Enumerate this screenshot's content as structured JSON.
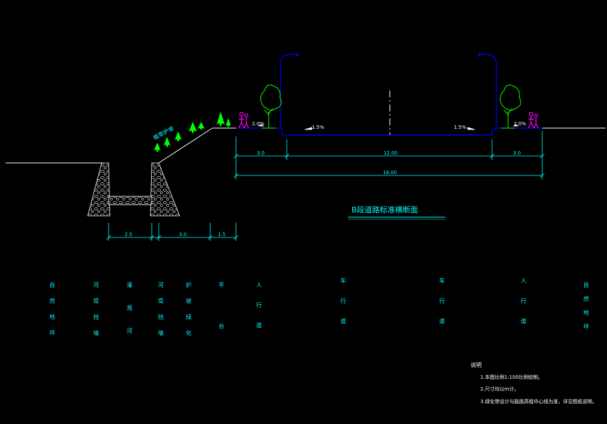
{
  "title": "B段道路标准横断面",
  "dims": {
    "sidewalk_left": "3.0",
    "carriageway": "12.00",
    "sidewalk_right": "3.0",
    "total": "18.00",
    "ditch_a": "2.5",
    "ditch_b": "3.0",
    "ditch_c": "1.5"
  },
  "slopes": {
    "left_sidewalk": "2.0%",
    "left_lane": "1.5%",
    "right_lane": "1.5%",
    "right_sidewalk": "2.0%"
  },
  "embankment_note": "植草护坡",
  "zone_labels": [
    "自然地坪",
    "河堤挡墙",
    "灌溉河",
    "河堤挡墙",
    "护坡绿化",
    "平台",
    "人行道",
    "车行道",
    "车行道",
    "人行道",
    "自然地坪"
  ],
  "notes": {
    "heading": "说明",
    "items": [
      "1.本图比例1:100比例绘制。",
      "2.尺寸均以m计。",
      "3.绿化带设计与路面高程中心线为准，详见图纸说明。"
    ]
  },
  "colors": {
    "text": "#00ffff",
    "road": "#0000ff",
    "ground": "#ffffff",
    "tree": "#00ff00",
    "pedestrian": "#ff00ff",
    "centerline": "#ffffff"
  }
}
